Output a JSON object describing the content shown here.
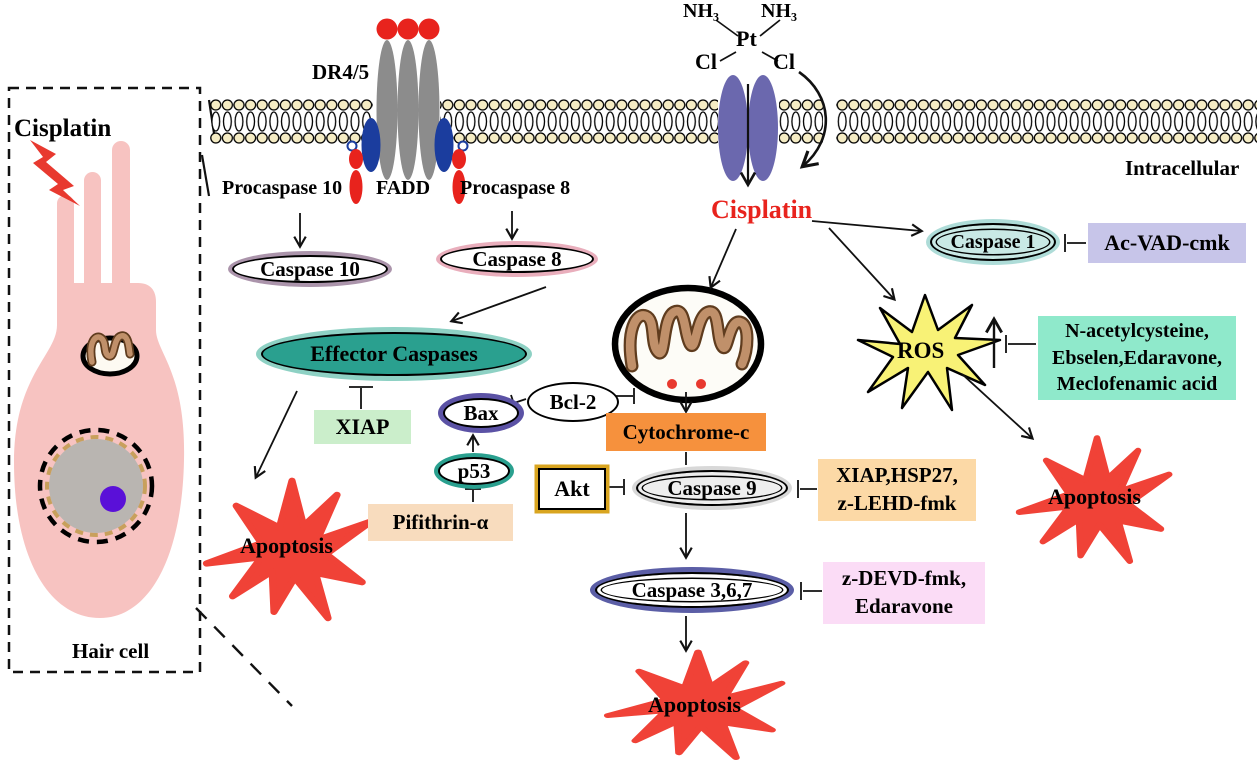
{
  "diagram": {
    "title_context": "Cisplatin-induced apoptosis signalling in a hair cell",
    "hair_cell_panel": {
      "cisplatin_label": "Cisplatin",
      "hair_cell_label": "Hair cell"
    },
    "membrane": {
      "intracellular_label": "Intracellular",
      "receptor_label": "DR4/5",
      "procaspase10_label": "Procaspase 10",
      "fadd_label": "FADD",
      "procaspase8_label": "Procaspase 8"
    },
    "cisplatin_molecule": {
      "nh3_left": "NH₃",
      "nh3_right": "NH₃",
      "pt": "Pt",
      "cl_left": "Cl",
      "cl_right": "Cl"
    },
    "nodes": {
      "cisplatin": "Cisplatin",
      "caspase10": "Caspase 10",
      "caspase8": "Caspase 8",
      "effector_caspases": "Effector Caspases",
      "bax": "Bax",
      "bcl2": "Bcl-2",
      "p53": "p53",
      "akt": "Akt",
      "cytochrome_c": "Cytochrome-c",
      "caspase9": "Caspase 9",
      "caspase367": "Caspase 3,6,7",
      "caspase1": "Caspase 1",
      "ros": "ROS",
      "apoptosis_left": "Apoptosis",
      "apoptosis_bottom": "Apoptosis",
      "apoptosis_right": "Apoptosis"
    },
    "inhibitors": {
      "xiap": "XIAP",
      "pifithrin": "Pifithrin-α",
      "xiap_hsp27": "XIAP,HSP27,\nz-LEHD-fmk",
      "zdevd": "z-DEVD-fmk,\nEdaravone",
      "acvad": "Ac-VAD-cmk",
      "nac": "N-acetylcysteine,\nEbselen,Edaravone,\nMeclofenamic acid"
    },
    "colors": {
      "red": "#e8392f",
      "cisplatin_text_red": "#e8231d",
      "teal_ellipse": "#2aa08f",
      "teal_halo": "#8ed1c4",
      "caspase10_halo": "#ab94ab",
      "caspase8_halo": "#e9aebc",
      "caspase1_fill": "#c9e9e5",
      "caspase9_fill": "#eeeeee",
      "slate_blue_ring": "#5b5ea6",
      "bax_ring": "#5b52a5",
      "xiap_box": "#cbeecb",
      "pifithrin_box": "#f8dcbe",
      "cytochrome_box": "#f6913d",
      "xiap_hsp27_box": "#fcd9a6",
      "zdevd_box": "#fbdcf6",
      "acvad_box": "#c7c5e9",
      "nac_box": "#8fe9cb",
      "ros_yellow": "#f8f276",
      "membrane_head": "#f5ecc4",
      "channel_purple": "#6b68ae",
      "receptor_gray": "#8c8c8c",
      "fadd_blue": "#1b3d9e",
      "hair_cell_pink": "#f7c3c1",
      "nucleus_gray": "#b9b5b1",
      "nucleolus_purple": "#5a10d8",
      "cristae_tan": "#c0906a"
    }
  }
}
